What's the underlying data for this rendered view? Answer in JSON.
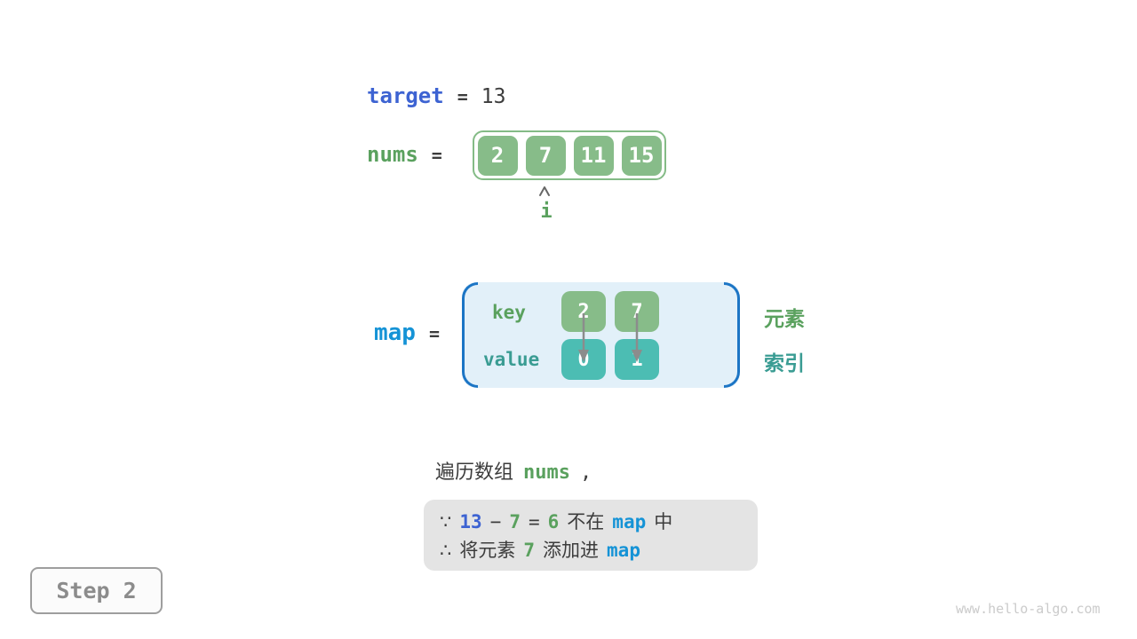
{
  "colors": {
    "blue_dark": "#3D63D2",
    "blue_light": "#1593D6",
    "green_text": "#5AA15E",
    "teal_text": "#3A9C93",
    "green_fill": "#87BC89",
    "teal_fill": "#4CBDB3",
    "green_border": "#84BB86",
    "map_bg": "#E2F0F9",
    "bracket_blue": "#1C75C5",
    "dark_text": "#3C3C3C",
    "arrow_gray": "#8C8C8C",
    "note_bg": "#E4E4E4",
    "step_gray": "#8C8C8C",
    "watermark_gray": "#CBCBCB"
  },
  "target": {
    "label": "target",
    "equals": "=",
    "value": "13"
  },
  "nums": {
    "label": "nums",
    "equals": "=",
    "values": [
      "2",
      "7",
      "11",
      "15"
    ],
    "pointer_label": "i"
  },
  "map": {
    "label": "map",
    "equals": "=",
    "key_label": "key",
    "value_label": "value",
    "keys": [
      "2",
      "7"
    ],
    "values": [
      "0",
      "1"
    ],
    "element_label": "元素",
    "index_label": "索引"
  },
  "caption": {
    "prefix": "遍历数组",
    "code": "nums",
    "comma": ","
  },
  "note": {
    "because": "∵",
    "therefore": "∴",
    "line1": {
      "minuend": "13",
      "minus": "−",
      "subtrahend": "7",
      "equals": "=",
      "difference": "6",
      "not_in": "不在",
      "map": "map",
      "suffix": "中"
    },
    "line2": {
      "prefix": "将元素",
      "element": "7",
      "action": "添加进",
      "map": "map"
    }
  },
  "step": {
    "label": "Step 2"
  },
  "watermark": "www.hello-algo.com"
}
